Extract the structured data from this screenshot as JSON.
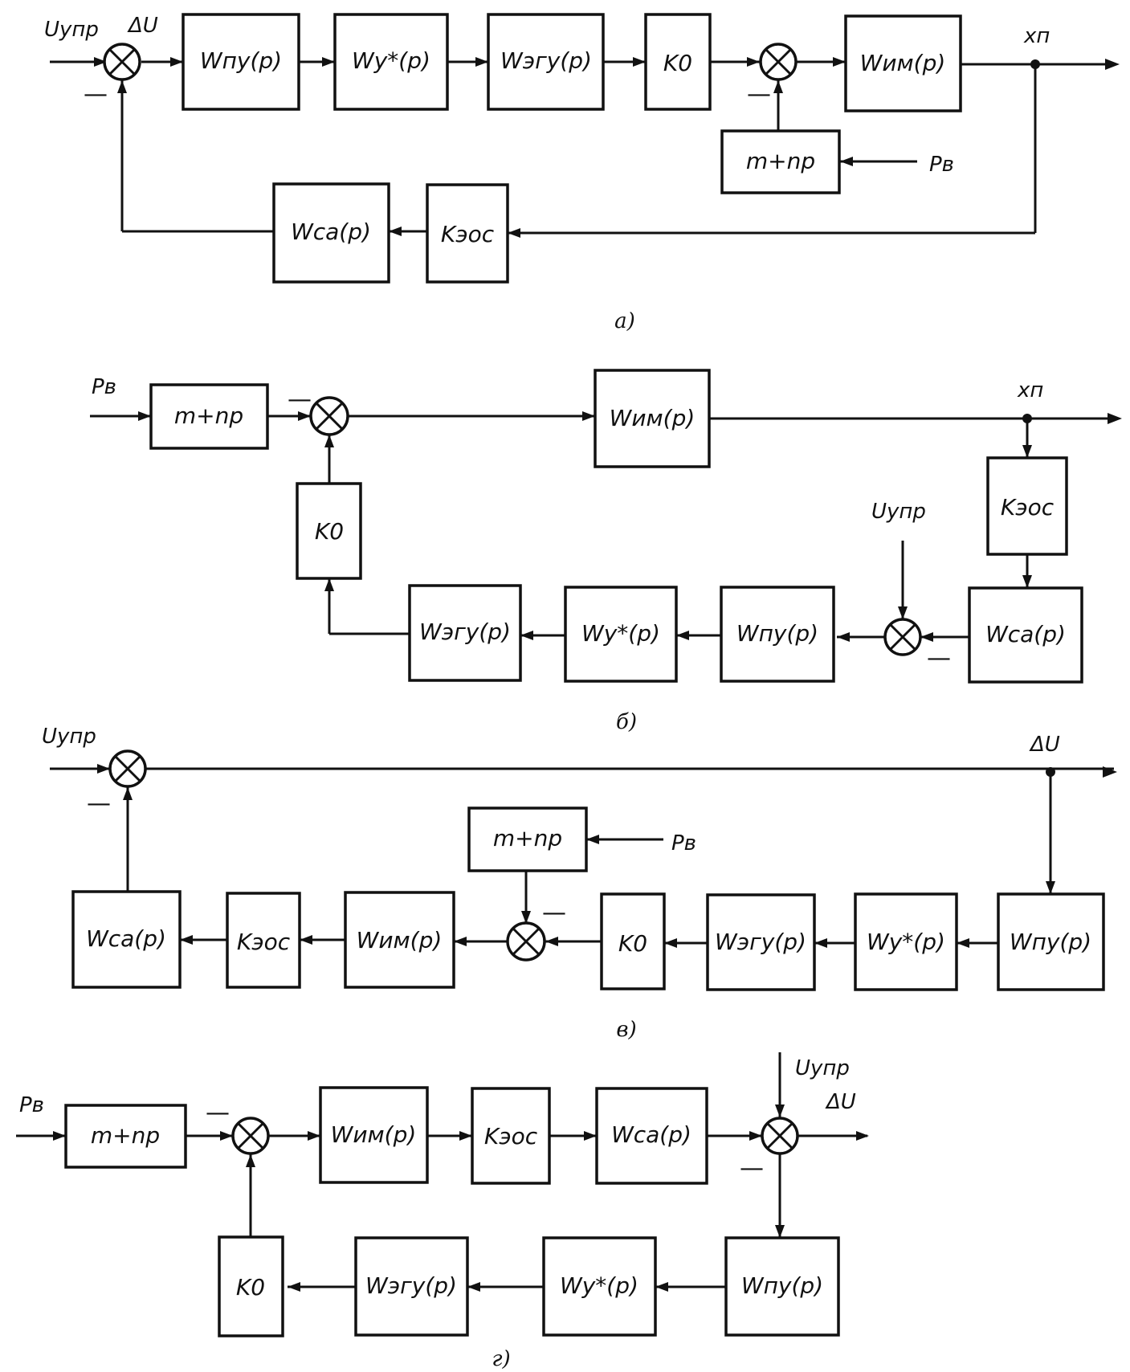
{
  "diagrams": {
    "a": {
      "caption": "а)",
      "input": "Uупр",
      "error": "ΔU",
      "output": "xп",
      "load": "Pв",
      "blocks": {
        "wpu": "Wпу(p)",
        "wy": "Wу*(p)",
        "wegu": "Wэгу(p)",
        "k0": "K0",
        "wim": "Wим(p)",
        "mnp": "m+np",
        "wsa": "Wса(p)",
        "keos": "Kэос"
      },
      "minus": "—"
    },
    "b": {
      "caption": "б)",
      "input": "Uупр",
      "output": "xп",
      "load": "Pв",
      "blocks": {
        "mnp": "m+np",
        "wim": "Wим(p)",
        "k0": "K0",
        "keos": "Kэос",
        "wsa": "Wса(p)",
        "wpu": "Wпу(p)",
        "wy": "Wу*(p)",
        "wegu": "Wэгу(p)"
      },
      "minus": "—"
    },
    "v": {
      "caption": "в)",
      "input": "Uупр",
      "output": "ΔU",
      "load": "Pв",
      "blocks": {
        "mnp": "m+np",
        "wsa": "Wса(p)",
        "keos": "Kэос",
        "wim": "Wим(p)",
        "k0": "K0",
        "wegu": "Wэгу(p)",
        "wy": "Wу*(p)",
        "wpu": "Wпу(p)"
      },
      "minus": "—"
    },
    "g": {
      "caption": "г)",
      "input": "Uупр",
      "output": "ΔU",
      "load": "Pв",
      "blocks": {
        "mnp": "m+np",
        "wim": "Wим(p)",
        "keos": "Kэос",
        "wsa": "Wса(p)",
        "k0": "K0",
        "wegu": "Wэгу(p)",
        "wy": "Wу*(p)",
        "wpu": "Wпу(p)"
      },
      "minus": "—"
    }
  },
  "colors": {
    "ink": "#111111",
    "paper": "#ffffff"
  }
}
